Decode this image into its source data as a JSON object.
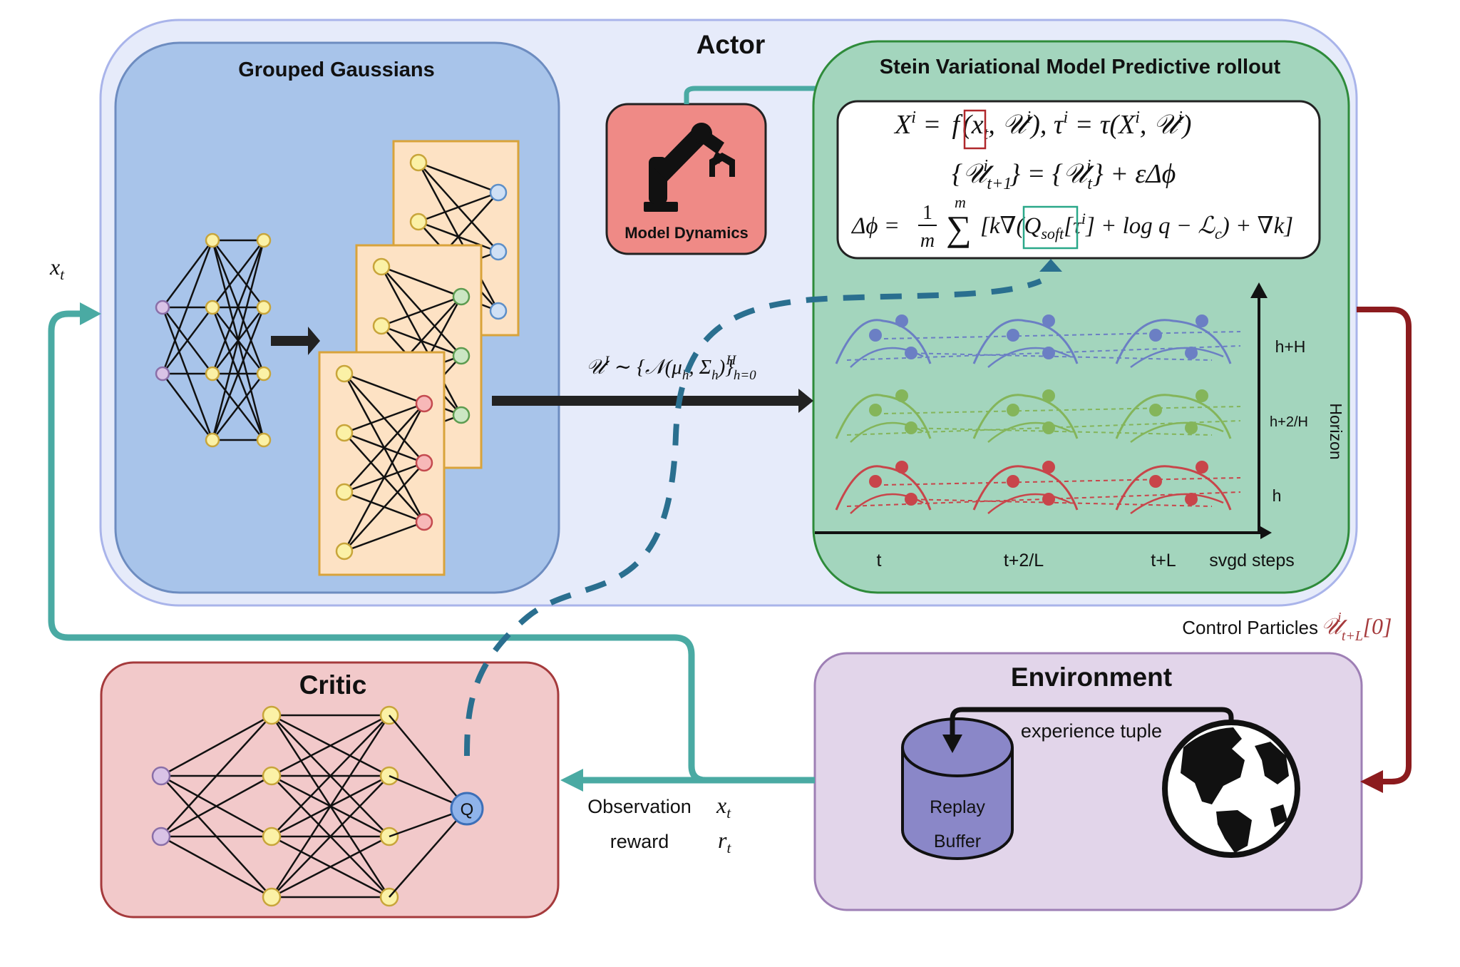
{
  "actor": {
    "title": "Actor"
  },
  "grouped_gaussians": {
    "title": "Grouped Gaussians"
  },
  "model_dynamics": {
    "label": "Model Dynamics"
  },
  "rollout": {
    "title": "Stein Variational Model Predictive rollout",
    "eq1_a": "X",
    "eq1_sup": "i",
    "eq1_b": " = ",
    "eq1_f": "f",
    "eq1_c": "(x",
    "eq1_c_sub": "t",
    "eq1_d": ", 𝒰",
    "eq1_d_sup": "i",
    "eq1_e": "),  τ",
    "eq1_e_sup": "i",
    "eq1_g": " = τ(X",
    "eq1_g_sup": "i",
    "eq1_h": ", 𝒰",
    "eq1_h_sup": "i",
    "eq1_end": ")",
    "eq2_a": "{𝒰",
    "eq2_a_sub": "t+1",
    "eq2_a_sup": "i",
    "eq2_b": "} = {𝒰",
    "eq2_b_sub": "t",
    "eq2_b_sup": "i",
    "eq2_c": "} + εΔϕ",
    "eq3_a": "Δϕ = ",
    "eq3_frac_num": "1",
    "eq3_frac_den": "m",
    "eq3_sum": "∑",
    "eq3_sum_top": "m",
    "eq3_b": "[k∇(",
    "eq3_q": "Q",
    "eq3_q_sub": "soft",
    "eq3_c": "[τ",
    "eq3_c_sup": "i",
    "eq3_d": "] + log q − ℒ",
    "eq3_d_sub": "c",
    "eq3_e": ") + ∇k]",
    "y_ticks": [
      "h+H",
      "h+2/H",
      "h"
    ],
    "y_axis_label": "Horizon",
    "x_ticks": [
      "t",
      "t+2/L",
      "t+L"
    ],
    "x_axis_label": "svgd steps",
    "colors": {
      "top": "#6b7fc4",
      "middle": "#84b55a",
      "bottom": "#c8454a"
    }
  },
  "sampling_label": {
    "a": "𝒰",
    "a_sup": "I",
    "b": " ∼ {𝒩(μ",
    "b_sub": "h",
    "c": ", Σ",
    "c_sub": "h",
    "d": ")}",
    "d_sub": "h=0",
    "d_sup": "H"
  },
  "state_label": {
    "main": "x",
    "sub": "t"
  },
  "control_particles": {
    "label": "Control Particles",
    "math": "𝒰",
    "math_sub": "t+L",
    "math_sup": "i",
    "math_end": "[0]"
  },
  "critic": {
    "title": "Critic",
    "q_node": "Q"
  },
  "environment": {
    "title": "Environment",
    "experience": "experience tuple",
    "buffer_line1": "Replay",
    "buffer_line2": "Buffer"
  },
  "observation": {
    "obs_label": "Observation",
    "obs_math": "x",
    "obs_math_sub": "t",
    "reward_label": "reward",
    "reward_math": "r",
    "reward_math_sub": "t"
  },
  "colors": {
    "actor_bg": "#e6ebfa",
    "actor_border": "#a9b4ea",
    "gaussian_bg": "#a8c4ea",
    "gaussian_border": "#6d8cc0",
    "rollout_bg": "#a3d5bd",
    "rollout_border": "#2e8b3a",
    "critic_bg": "#f2c9ca",
    "critic_border": "#a53a3c",
    "env_bg": "#e2d5ea",
    "env_border": "#9e7fb5",
    "teal_arrow": "#4aaaa3",
    "dash_blue": "#2a6f8f",
    "dark_red": "#8c1b1e",
    "model_dyn_bg": "#ef8a86",
    "buffer_fill": "#8a87c8"
  }
}
